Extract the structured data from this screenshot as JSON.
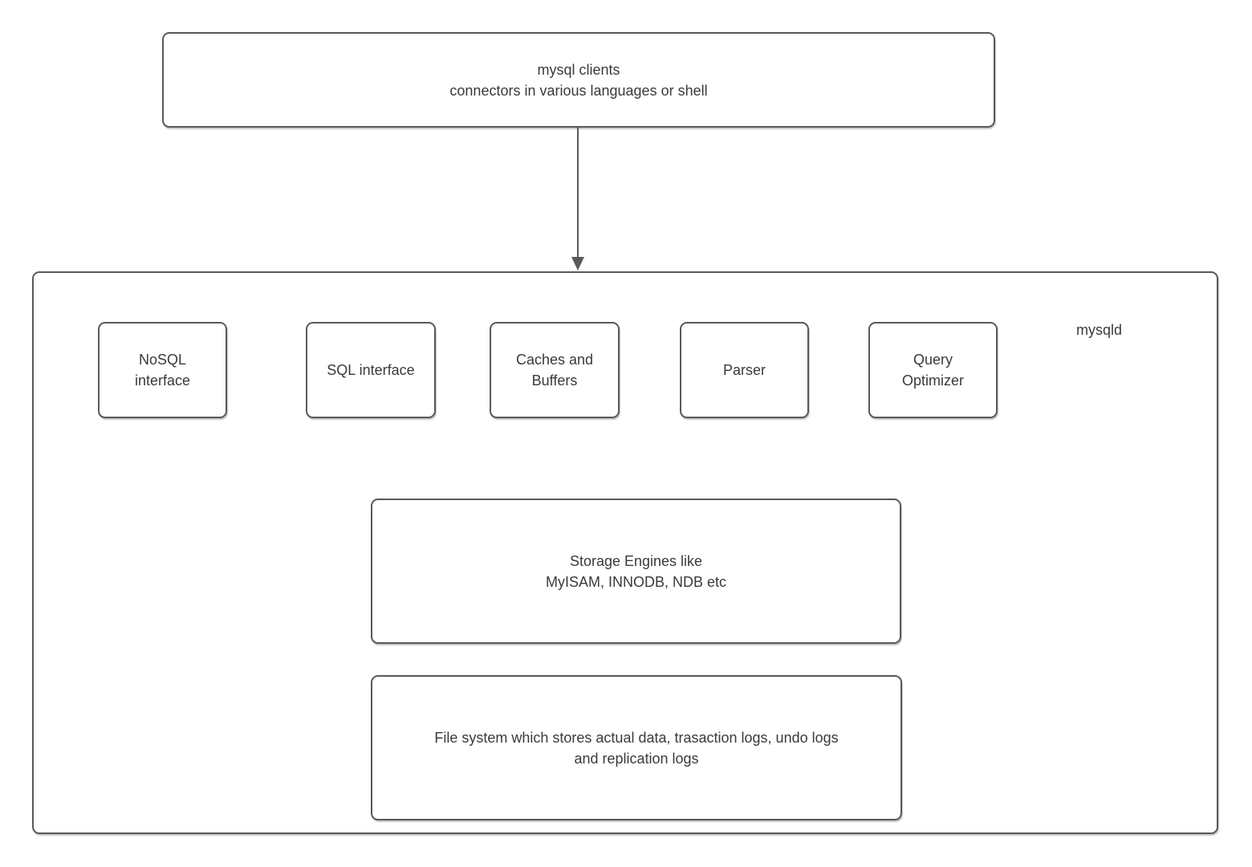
{
  "diagram": {
    "colors": {
      "border": "#595959",
      "text": "#3a3a3a",
      "background": "#ffffff"
    },
    "client_box": {
      "label": [
        "mysql clients",
        "connectors in various languages or shell"
      ]
    },
    "arrow": {
      "direction": "down",
      "from": "client_box",
      "to": "mysqld_container"
    },
    "mysqld_container": {
      "label": "mysqld"
    },
    "components": [
      {
        "label": [
          "NoSQL",
          "interface"
        ]
      },
      {
        "label": [
          "SQL interface"
        ]
      },
      {
        "label": [
          "Caches and",
          "Buffers"
        ]
      },
      {
        "label": [
          "Parser"
        ]
      },
      {
        "label": [
          "Query",
          "Optimizer"
        ]
      }
    ],
    "storage_box": {
      "label": [
        "Storage Engines like",
        "MyISAM, INNODB, NDB etc"
      ]
    },
    "filesystem_box": {
      "label": [
        "File system which stores actual data, trasaction logs, undo logs",
        "and replication logs"
      ]
    }
  }
}
